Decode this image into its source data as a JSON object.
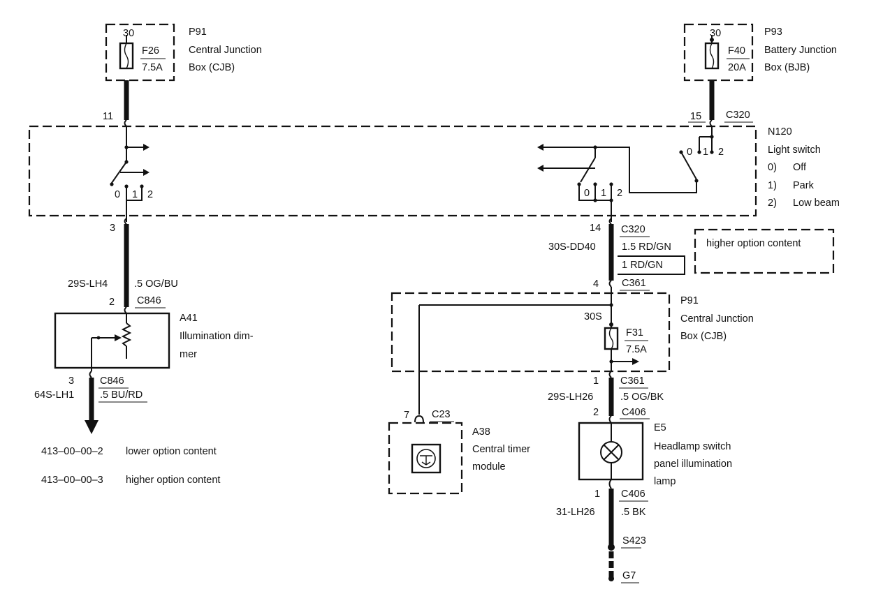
{
  "p91_top": {
    "pin": "30",
    "fuse": "F26",
    "amps": "7.5A",
    "id": "P91",
    "name1": "Central Junction",
    "name2": "Box (CJB)"
  },
  "p93": {
    "pin": "30",
    "fuse": "F40",
    "amps": "20A",
    "id": "P93",
    "name1": "Battery Junction",
    "name2": "Box (BJB)"
  },
  "n120": {
    "pin_left_in": "11",
    "pin_right_in": "15",
    "conn_in": "C320",
    "id": "N120",
    "name": "Light switch",
    "left_pos": [
      "0",
      "1",
      "2"
    ],
    "right_pos": [
      "0",
      "1",
      "2"
    ],
    "top_pos": [
      "0",
      "1",
      "2"
    ],
    "legend": [
      {
        "num": "0)",
        "text": "Off"
      },
      {
        "num": "1)",
        "text": "Park"
      },
      {
        "num": "2)",
        "text": "Low beam"
      }
    ],
    "pin_left_out": "3",
    "pin_right_out": "14",
    "conn_out": "C320"
  },
  "left_circuit": {
    "wire_code": "29S-LH4",
    "wire_spec": ".5 OG/BU",
    "a41_pin_in": "2",
    "a41_conn_in": "C846",
    "a41_id": "A41",
    "a41_name1": "Illumination dim-",
    "a41_name2": "mer",
    "out_pin": "3",
    "out_conn": "C846",
    "out_code": "64S-LH1",
    "out_spec": ".5 BU/RD"
  },
  "right_upper": {
    "wire_code": "30S-DD40",
    "wire_spec1": "1.5 RD/GN",
    "wire_spec2": "1 RD/GN",
    "option_note": "higher option content",
    "cjb_pin_in": "4",
    "cjb_conn_in": "C361"
  },
  "p91_bottom": {
    "circuit": "30S",
    "fuse": "F31",
    "amps": "7.5A",
    "id": "P91",
    "name1": "Central Junction",
    "name2": "Box (CJB)"
  },
  "right_lower": {
    "out_pin": "1",
    "out_conn": "C361",
    "wire_code": "29S-LH26",
    "wire_spec": ".5 OG/BK",
    "e5_pin_in": "2",
    "e5_conn_in": "C406",
    "e5_id": "E5",
    "e5_name1": "Headlamp switch",
    "e5_name2": "panel illumination",
    "e5_name3": "lamp",
    "e5_pin_out": "1",
    "e5_conn_out": "C406",
    "gnd_code": "31-LH26",
    "gnd_spec": ".5 BK",
    "splice": "S423",
    "ground": "G7"
  },
  "a38": {
    "pin": "7",
    "conn": "C23",
    "id": "A38",
    "name1": "Central timer",
    "name2": "module"
  },
  "references": [
    {
      "code": "413–00–00–2",
      "text": "lower option content"
    },
    {
      "code": "413–00–00–3",
      "text": "higher option content"
    }
  ]
}
